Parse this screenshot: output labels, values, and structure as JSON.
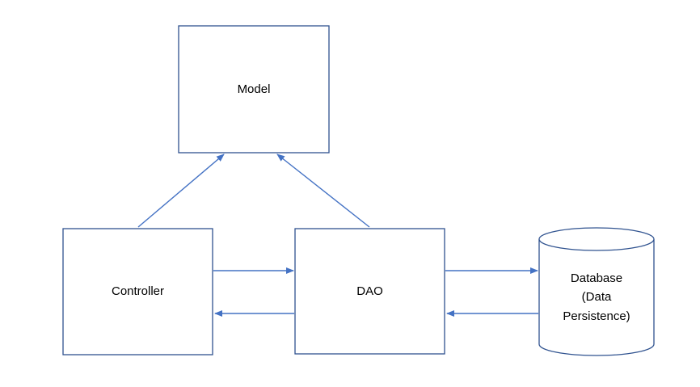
{
  "diagram": {
    "colors": {
      "box_border": "#2f528f",
      "arrow": "#4472c4",
      "text": "#000000",
      "background": "#ffffff"
    },
    "nodes": {
      "model": {
        "label": "Model",
        "shape": "rectangle"
      },
      "controller": {
        "label": "Controller",
        "shape": "rectangle"
      },
      "dao": {
        "label": "DAO",
        "shape": "rectangle"
      },
      "database": {
        "label": "Database (Data Persistence)",
        "shape": "cylinder",
        "lines": [
          "Database",
          "(Data",
          "Persistence)"
        ]
      }
    },
    "edges": [
      {
        "from": "Controller",
        "to": "Model"
      },
      {
        "from": "DAO",
        "to": "Model"
      },
      {
        "from": "Controller",
        "to": "DAO"
      },
      {
        "from": "DAO",
        "to": "Controller"
      },
      {
        "from": "DAO",
        "to": "Database"
      },
      {
        "from": "Database",
        "to": "DAO"
      }
    ]
  }
}
